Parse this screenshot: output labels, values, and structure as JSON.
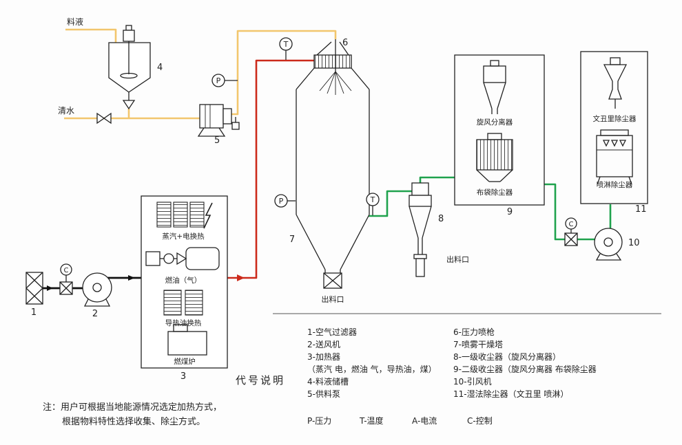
{
  "labels": {
    "feed_liquid": "料液",
    "clean_water": "清水",
    "discharge": "出料口",
    "steam_electric": "蒸汽+电换热",
    "fuel_oil_gas": "燃油（气）",
    "thermal_oil": "导热油换热",
    "coal_furnace": "燃煤炉",
    "cyclone_separator": "旋风分离器",
    "bag_filter": "布袋除尘器",
    "venturi_scrubber": "文丑里除尘器",
    "spray_scrubber": "喷淋除尘器",
    "P": "P",
    "T": "T",
    "C": "C"
  },
  "nums": {
    "n1": "1",
    "n2": "2",
    "n3": "3",
    "n4": "4",
    "n5": "5",
    "n6": "6",
    "n7": "7",
    "n8": "8",
    "n9": "9",
    "n10": "10",
    "n11": "11"
  },
  "legend": {
    "title": "代号说明",
    "left": [
      "1-空气过滤器",
      "2-送风机",
      "3-加热器",
      "（蒸汽 电，燃油 气，导热油，煤）",
      "4-料液储槽",
      "5-供料泵"
    ],
    "right": [
      "6-压力喷枪",
      "7-喷雾干燥塔",
      "8-一级收尘器（旋风分离器）",
      "9-二级收尘器（旋风分离器 布袋除尘器",
      "10-引风机",
      "11-湿法除尘器（文丑里 喷淋）"
    ],
    "symbols": [
      "P-压力",
      "T-温度",
      "A-电流",
      "C-控制"
    ]
  },
  "note": {
    "line1": "注：用户可根据当地能源情况选定加热方式，",
    "line2": "根据物料特性选择收集、除尘方式。"
  },
  "colors": {
    "feed_line": "#f2c66d",
    "hot_air_line": "#cc2a1b",
    "exhaust_line": "#1fa24d",
    "duct_line": "#111111"
  }
}
